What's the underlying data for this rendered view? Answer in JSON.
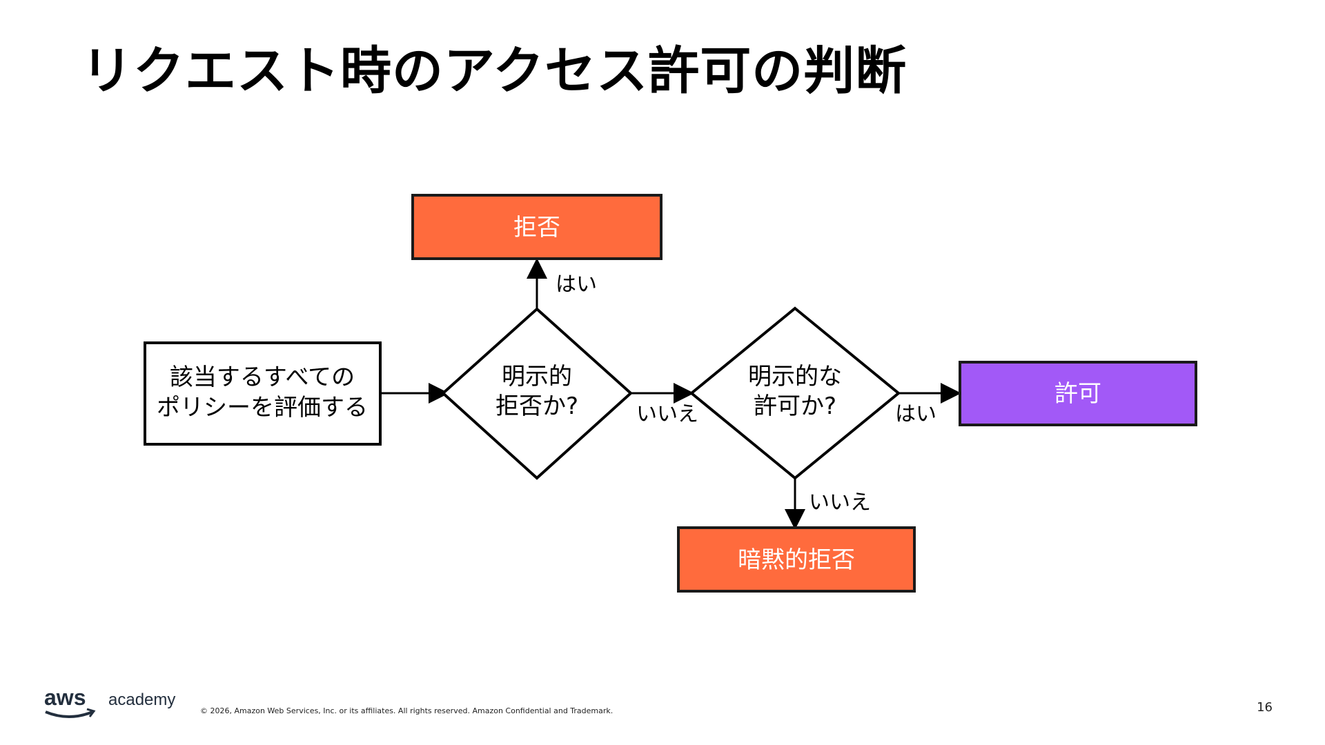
{
  "slide": {
    "title": "リクエスト時のアクセス許可の判断",
    "page_number": "16",
    "copyright": "© 2026, Amazon Web Services, Inc. or its affiliates. All rights reserved. Amazon Confidential and Trademark."
  },
  "logo": {
    "brand": "aws",
    "product": "academy"
  },
  "diagram": {
    "start": {
      "line1": "該当するすべての",
      "line2": "ポリシーを評価する"
    },
    "decision_deny": {
      "line1": "明示的",
      "line2": "拒否か?"
    },
    "decision_allow": {
      "line1": "明示的な",
      "line2": "許可か?"
    },
    "deny_box": "拒否",
    "allow_box": "許可",
    "implicit_deny_box": "暗黙的拒否",
    "edge_yes_deny": "はい",
    "edge_no_deny": "いいえ",
    "edge_yes_allow": "はい",
    "edge_no_allow": "いいえ"
  },
  "colors": {
    "deny": "#FF6B3D",
    "allow": "#A259F7",
    "border": "#1a1a1a",
    "aws_orange": "#FF9900"
  }
}
